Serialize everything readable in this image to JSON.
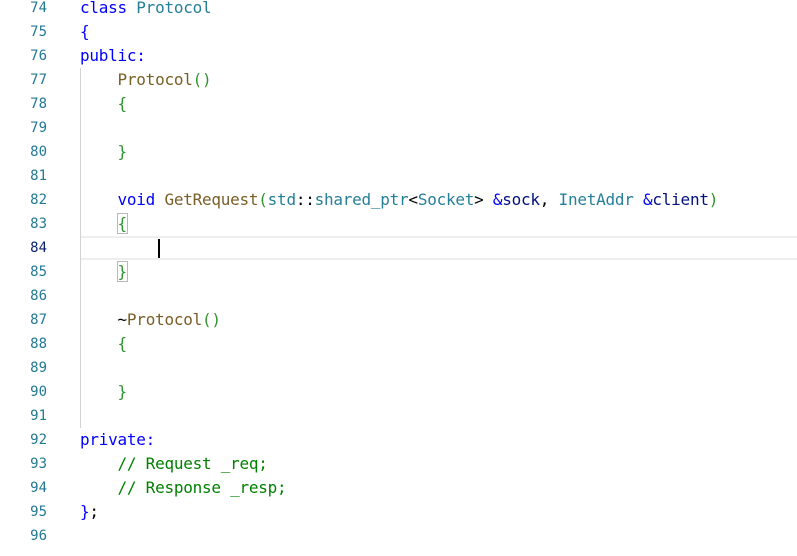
{
  "editor": {
    "lines": [
      {
        "n": "74",
        "tokens": [
          {
            "t": "class ",
            "c": "kw"
          },
          {
            "t": "Protocol",
            "c": "ty"
          }
        ]
      },
      {
        "n": "75",
        "tokens": [
          {
            "t": "{",
            "c": "kw"
          }
        ]
      },
      {
        "n": "76",
        "tokens": [
          {
            "t": "public:",
            "c": "kw"
          }
        ]
      },
      {
        "n": "77",
        "tokens": [
          {
            "t": "    ",
            "c": ""
          },
          {
            "t": "Protocol",
            "c": "fn"
          },
          {
            "t": "()",
            "c": "br"
          }
        ]
      },
      {
        "n": "78",
        "tokens": [
          {
            "t": "    ",
            "c": ""
          },
          {
            "t": "{",
            "c": "br"
          }
        ]
      },
      {
        "n": "79",
        "tokens": []
      },
      {
        "n": "80",
        "tokens": [
          {
            "t": "    ",
            "c": ""
          },
          {
            "t": "}",
            "c": "br"
          }
        ]
      },
      {
        "n": "81",
        "tokens": []
      },
      {
        "n": "82",
        "tokens": [
          {
            "t": "    ",
            "c": ""
          },
          {
            "t": "void ",
            "c": "kw"
          },
          {
            "t": "GetRequest",
            "c": "fn"
          },
          {
            "t": "(",
            "c": "br"
          },
          {
            "t": "std",
            "c": "nm"
          },
          {
            "t": "::",
            "c": ""
          },
          {
            "t": "shared_ptr",
            "c": "ty"
          },
          {
            "t": "<",
            "c": ""
          },
          {
            "t": "Socket",
            "c": "ty"
          },
          {
            "t": "> ",
            "c": ""
          },
          {
            "t": "&",
            "c": "kw"
          },
          {
            "t": "sock",
            "c": "pm"
          },
          {
            "t": ", ",
            "c": ""
          },
          {
            "t": "InetAddr ",
            "c": "ty"
          },
          {
            "t": "&",
            "c": "kw"
          },
          {
            "t": "client",
            "c": "pm"
          },
          {
            "t": ")",
            "c": "br"
          }
        ]
      },
      {
        "n": "83",
        "tokens": [
          {
            "t": "    ",
            "c": ""
          },
          {
            "t": "{",
            "c": "bm"
          }
        ]
      },
      {
        "n": "84",
        "tokens": [],
        "active": true
      },
      {
        "n": "85",
        "tokens": [
          {
            "t": "    ",
            "c": ""
          },
          {
            "t": "}",
            "c": "bm"
          }
        ]
      },
      {
        "n": "86",
        "tokens": []
      },
      {
        "n": "87",
        "tokens": [
          {
            "t": "    ",
            "c": ""
          },
          {
            "t": "~",
            "c": ""
          },
          {
            "t": "Protocol",
            "c": "fn"
          },
          {
            "t": "()",
            "c": "br"
          }
        ]
      },
      {
        "n": "88",
        "tokens": [
          {
            "t": "    ",
            "c": ""
          },
          {
            "t": "{",
            "c": "br"
          }
        ]
      },
      {
        "n": "89",
        "tokens": []
      },
      {
        "n": "90",
        "tokens": [
          {
            "t": "    ",
            "c": ""
          },
          {
            "t": "}",
            "c": "br"
          }
        ]
      },
      {
        "n": "91",
        "tokens": []
      },
      {
        "n": "92",
        "tokens": [
          {
            "t": "private:",
            "c": "kw"
          }
        ]
      },
      {
        "n": "93",
        "tokens": [
          {
            "t": "    ",
            "c": ""
          },
          {
            "t": "// Request _req;",
            "c": "cm"
          }
        ]
      },
      {
        "n": "94",
        "tokens": [
          {
            "t": "    ",
            "c": ""
          },
          {
            "t": "// Response _resp;",
            "c": "cm"
          }
        ]
      },
      {
        "n": "95",
        "tokens": [
          {
            "t": "}",
            "c": "kw"
          },
          {
            "t": ";",
            "c": ""
          }
        ]
      },
      {
        "n": "96",
        "tokens": []
      }
    ],
    "colors": {
      "keyword": "#0000ff",
      "type": "#267f99",
      "function": "#795e26",
      "comment": "#008000",
      "bracket": "#319331",
      "line_number": "#237893"
    }
  }
}
